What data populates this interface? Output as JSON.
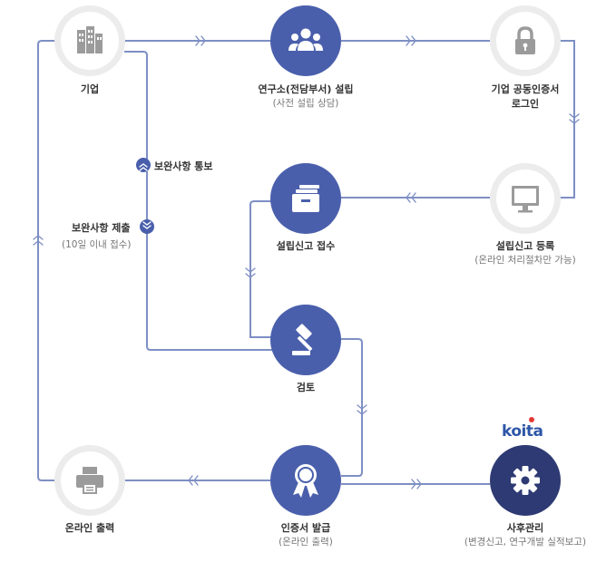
{
  "nodes": {
    "company": {
      "label": "기업"
    },
    "lab": {
      "label": "연구소(전담부서) 설립",
      "sub": "(사전 설립 상담)"
    },
    "login": {
      "label": "기업 공동인증서",
      "label2": "로그인"
    },
    "register": {
      "label": "설립신고 등록",
      "sub": "(온라인 처리절차만 가능)"
    },
    "receipt": {
      "label": "설립신고 접수"
    },
    "review": {
      "label": "검토"
    },
    "issue": {
      "label": "인증서 발급",
      "sub": "(온라인 출력)"
    },
    "print": {
      "label": "온라인 출력"
    },
    "manage": {
      "label": "사후관리",
      "sub": "(변경신고, 연구개발 실적보고)"
    }
  },
  "notices": {
    "supplement_notice": "보완사항 통보",
    "supplement_submit": "보완사항 제출",
    "supplement_deadline": "(10일 이내 접수)"
  },
  "logo": {
    "text": "koita"
  },
  "colors": {
    "line": "#7e8fc4",
    "blue": "#4a5fac",
    "navy": "#2e3a73",
    "gray": "#9b9b9b"
  }
}
